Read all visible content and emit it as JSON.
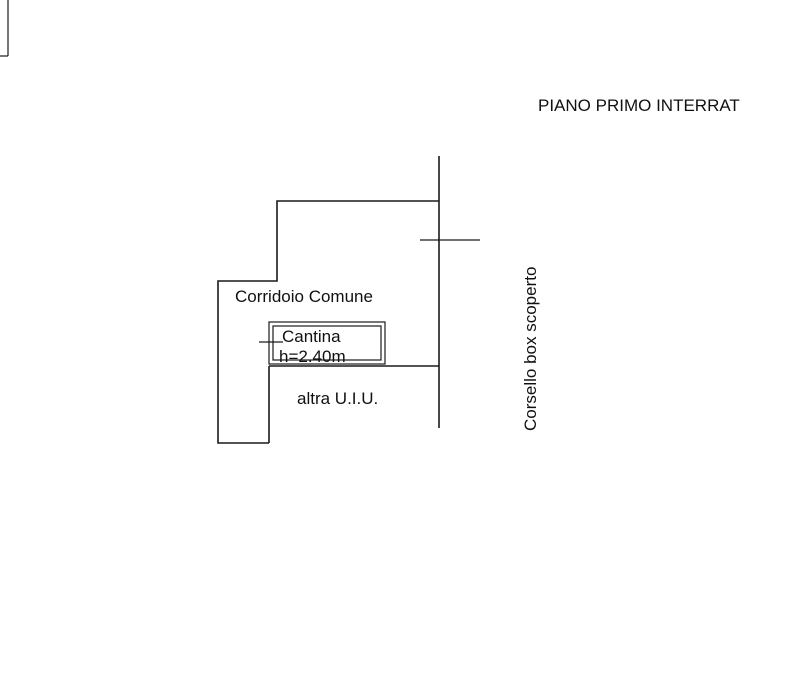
{
  "plan": {
    "floor_title": "PIANO PRIMO INTERRAT",
    "rooms": {
      "corridor": "Corridoio Comune",
      "cellar_name": "Cantina",
      "cellar_height": "h=2.40m",
      "other_unit": "altra U.I.U."
    },
    "street_label": "Corsello box scoperto"
  }
}
